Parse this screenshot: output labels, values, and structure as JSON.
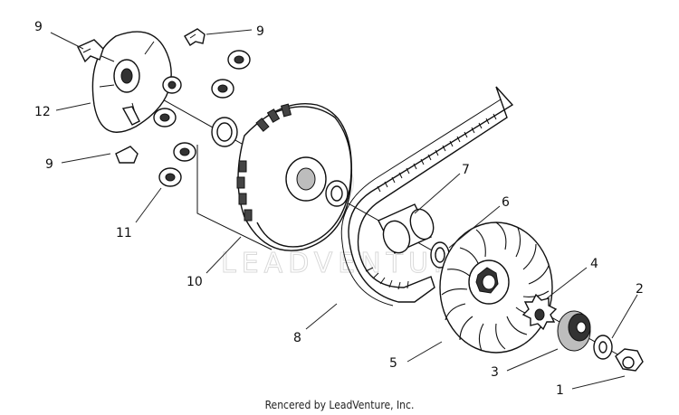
{
  "callouts": [
    {
      "id": "c9a",
      "label": "9"
    },
    {
      "id": "c9b",
      "label": "9"
    },
    {
      "id": "c12",
      "label": "12"
    },
    {
      "id": "c9c",
      "label": "9"
    },
    {
      "id": "c11",
      "label": "11"
    },
    {
      "id": "c10",
      "label": "10"
    },
    {
      "id": "c7",
      "label": "7"
    },
    {
      "id": "c6",
      "label": "6"
    },
    {
      "id": "c8",
      "label": "8"
    },
    {
      "id": "c4",
      "label": "4"
    },
    {
      "id": "c2",
      "label": "2"
    },
    {
      "id": "c5",
      "label": "5"
    },
    {
      "id": "c3",
      "label": "3"
    },
    {
      "id": "c1",
      "label": "1"
    }
  ],
  "watermark": "LEADVENTURE",
  "credit": "Rencered by LeadVenture, Inc."
}
